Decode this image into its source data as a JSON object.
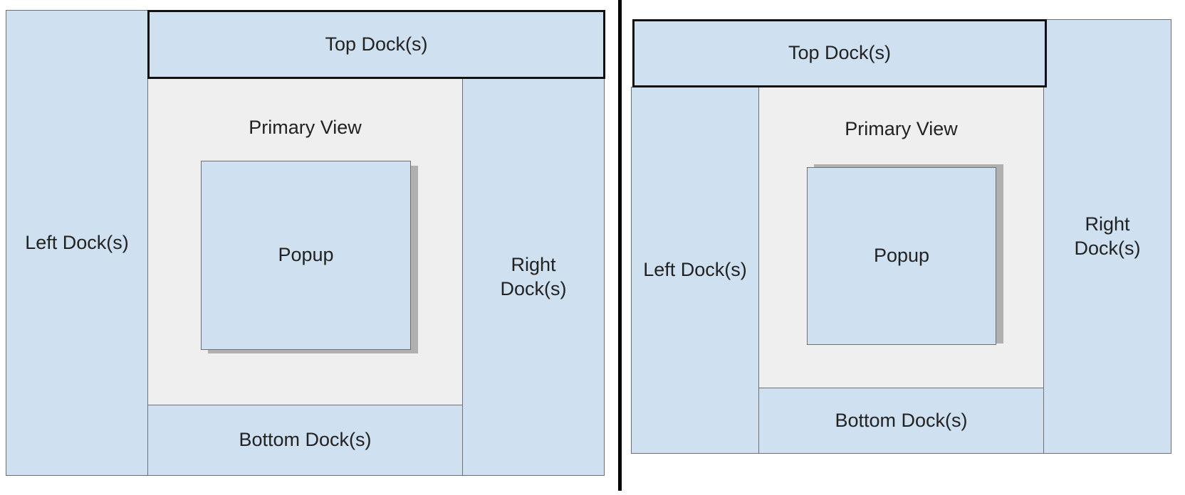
{
  "left_diagram": {
    "top_dock": "Top Dock(s)",
    "left_dock": "Left Dock(s)",
    "right_dock": "Right\nDock(s)",
    "bottom_dock": "Bottom Dock(s)",
    "primary_view": "Primary View",
    "popup": "Popup"
  },
  "right_diagram": {
    "top_dock": "Top Dock(s)",
    "left_dock": "Left Dock(s)",
    "right_dock": "Right\nDock(s)",
    "bottom_dock": "Bottom Dock(s)",
    "primary_view": "Primary View",
    "popup": "Popup"
  },
  "colors": {
    "dock": "#cfe0f0",
    "primary_view": "#efefef",
    "border": "#6b6f76",
    "divider": "#000000"
  }
}
